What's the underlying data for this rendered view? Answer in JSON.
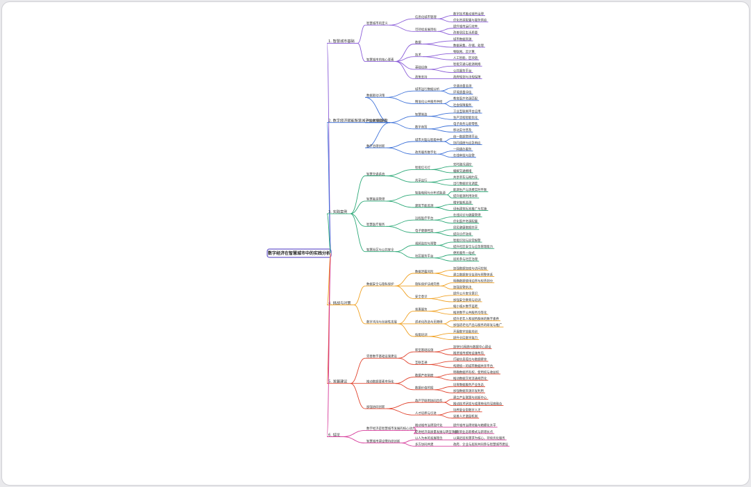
{
  "root": {
    "label": "数字经济在智慧城市中的实践分析",
    "color": "#6a5acd"
  },
  "branches": [
    {
      "label": "1. 智慧城市基础",
      "color": "#8a5cd8",
      "children": [
        {
          "label": "智慧城市的定义",
          "children": [
            {
              "label": "信息化城市管理",
              "children": [
                "数字技术推动城市治理",
                "优化资源配置与服务供给"
              ]
            },
            {
              "label": "可持续发展目标",
              "children": [
                "提升城市运行效率",
                "改善居民生活质量"
              ]
            }
          ]
        },
        {
          "label": "智慧城市的核心要素",
          "children": [
            {
              "label": "数据",
              "children": [
                "城市数据资源",
                "数据采集、存储、处理"
              ]
            },
            {
              "label": "技术",
              "children": [
                "物联网、云计算",
                "人工智能、区块链"
              ]
            },
            {
              "label": "基础设施",
              "children": [
                "智能交通与能源网络",
                "公共服务平台"
              ]
            },
            {
              "label": "政策支持",
              "children": [
                "政府规划与法规保障"
              ]
            }
          ]
        }
      ]
    },
    {
      "label": "2. 数字经济赋能智慧城市的关键路径",
      "color": "#3a6fd8",
      "children": [
        {
          "label": "数据驱动决策",
          "children": [
            {
              "label": "城市运行数据分析",
              "children": [
                "交通流量监测",
                "环境质量评估"
              ]
            },
            {
              "label": "精准化公共服务供给",
              "children": [
                "教育医疗资源匹配",
                "社会保障服务"
              ]
            }
          ]
        },
        {
          "label": "产业数字化转型",
          "children": [
            {
              "label": "智慧制造",
              "children": [
                "工业互联网平台应用",
                "生产流程智能优化"
              ]
            },
            {
              "label": "数字商贸",
              "children": [
                "电子商务与新零售",
                "移动支付普及"
              ]
            }
          ]
        },
        {
          "label": "数字治理创新",
          "children": [
            {
              "label": "城市大脑与智能中枢",
              "children": [
                "统一数据管理平台",
                "协同调度与应急响应"
              ]
            },
            {
              "label": "政务服务数字化",
              "children": [
                "一网通办服务",
                "在线审批与监管"
              ]
            }
          ]
        }
      ]
    },
    {
      "label": "3. 实践案例",
      "color": "#2aa876",
      "children": [
        {
          "label": "智慧交通系统",
          "children": [
            {
              "label": "智能信号灯",
              "children": [
                "实时路况调控",
                "缓解交通拥堵"
              ]
            },
            {
              "label": "共享出行",
              "children": [
                "共享单车与网约车",
                "出行数据优化调度"
              ]
            }
          ]
        },
        {
          "label": "智慧能源管理",
          "children": [
            {
              "label": "智能电网与分布式能源",
              "children": [
                "能源生产与消费实时平衡",
                "提升能源利用效率"
              ]
            },
            {
              "label": "建筑节能监测",
              "children": [
                "楼宇能耗监测",
                "绿色建筑标准推广与实施"
              ]
            }
          ]
        },
        {
          "label": "智慧医疗服务",
          "children": [
            {
              "label": "远程医疗平台",
              "children": [
                "在线问诊与健康管理",
                "优化医疗资源配置"
              ]
            },
            {
              "label": "电子健康档案",
              "children": [
                "居民健康数据共享",
                "提升诊疗效率"
              ]
            }
          ]
        },
        {
          "label": "智慧社区与公共安全",
          "children": [
            {
              "label": "视频监控与预警",
              "children": [
                "智能识别与异常报警",
                "提升社区安全与应急管理能力"
              ]
            },
            {
              "label": "社区服务平台",
              "children": [
                "便民服务一站式",
                "居民参与社区治理"
              ]
            }
          ]
        }
      ]
    },
    {
      "label": "4. 挑战与对策",
      "color": "#f0a020",
      "children": [
        {
          "label": "数据安全与隐私保护",
          "children": [
            {
              "label": "数据泄露风险",
              "children": [
                "加强数据加密与访问控制",
                "建立数据安全监测与预警体系"
              ]
            },
            {
              "label": "隐私保护法规完善",
              "children": [
                "明确数据使用边界与权责划分",
                "加强监管执法"
              ]
            },
            {
              "label": "安全意识",
              "children": [
                "提升公众安全意识",
                "加强安全教育与培训"
              ]
            }
          ]
        },
        {
          "label": "数字鸿沟与包容性发展",
          "children": [
            {
              "label": "普惠服务",
              "children": [
                "缩小城乡数字差距",
                "推进数字公共服务均等化"
              ]
            },
            {
              "label": "适老化改造与无障碍",
              "children": [
                "提升老年人和弱势群体的数字素养",
                "加强适老化产品与服务的研发与推广"
              ]
            },
            {
              "label": "技能培训",
              "children": [
                "开展数字技能培训",
                "提升全民数字能力"
              ]
            }
          ]
        }
      ]
    },
    {
      "label": "5. 发展建议",
      "color": "#e0402a",
      "children": [
        {
          "label": "完善数字基础设施建设",
          "children": [
            {
              "label": "新型基础设施",
              "children": [
                "加快5G网络与数据中心建设",
                "推进城市感知设施布局"
              ]
            },
            {
              "label": "互联互通",
              "children": [
                "打破信息孤岛与数据壁垒",
                "构建统一的城市数据共享平台"
              ]
            }
          ]
        },
        {
          "label": "推动数据要素市场化",
          "children": [
            {
              "label": "数据产权制度",
              "children": [
                "明确数据所有权、使用权与收益权",
                "推动数据交易流通规范化"
              ]
            },
            {
              "label": "数据价值挖掘",
              "children": [
                "培育数据服务产业生态",
                "加强数据资源开发利用"
              ]
            }
          ]
        },
        {
          "label": "加强协同创新",
          "children": [
            {
              "label": "政产学研用协同合作",
              "children": [
                "建立产业联盟与创新中心",
                "推动技术研发与成果转化的深度融合"
              ]
            },
            {
              "label": "人才培养与引进",
              "children": [
                "培养复合型数字人才",
                "完善人才激励机制"
              ]
            }
          ]
        }
      ]
    },
    {
      "label": "6. 结论",
      "color": "#d63a9a",
      "children": [
        {
          "label": "数字经济是智慧城市发展的核心动力",
          "children": [
            {
              "label": "推动城市治理现代化",
              "children": [
                "提升城市治理效能与精细化水平"
              ]
            },
            {
              "label": "促进经济高质量发展与转型升级",
              "children": [
                "培育新业态新模式与新增长点"
              ]
            }
          ]
        },
        {
          "label": "智慧城市建设需持续创新",
          "children": [
            {
              "label": "以人为本的发展理念",
              "children": [
                "以满足居民需求为核心，持续优化服务"
              ]
            },
            {
              "label": "多方协同共建",
              "children": [
                "政府、企业与居民共同参与智慧城市建设"
              ]
            }
          ]
        }
      ]
    }
  ]
}
